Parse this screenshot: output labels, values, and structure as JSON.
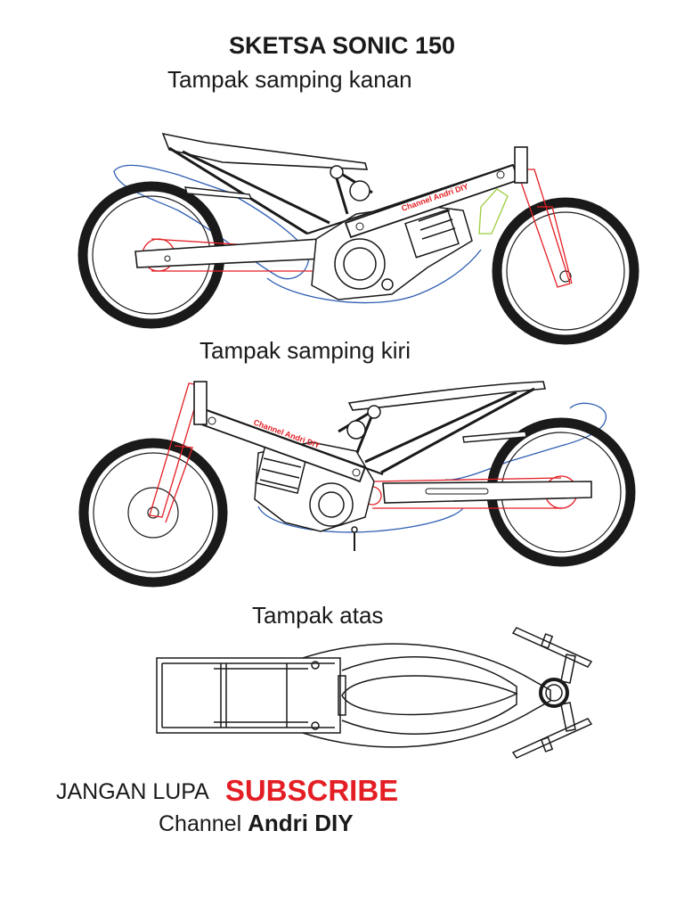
{
  "title": "SKETSA SONIC 150",
  "views": {
    "right_side": "Tampak samping kanan",
    "left_side": "Tampak samping kiri",
    "top": "Tampak atas"
  },
  "frame_label": "Channel Andri DIY",
  "footer": {
    "line1_prefix": "JANGAN LUPA",
    "line1_highlight": "SUBSCRIBE",
    "line2_prefix": "Channel",
    "line2_name": "Andri DIY"
  },
  "colors": {
    "ink": "#1a1a1a",
    "red": "#e31e24",
    "blue": "#2f5fb3",
    "green": "#9ccc3c"
  }
}
